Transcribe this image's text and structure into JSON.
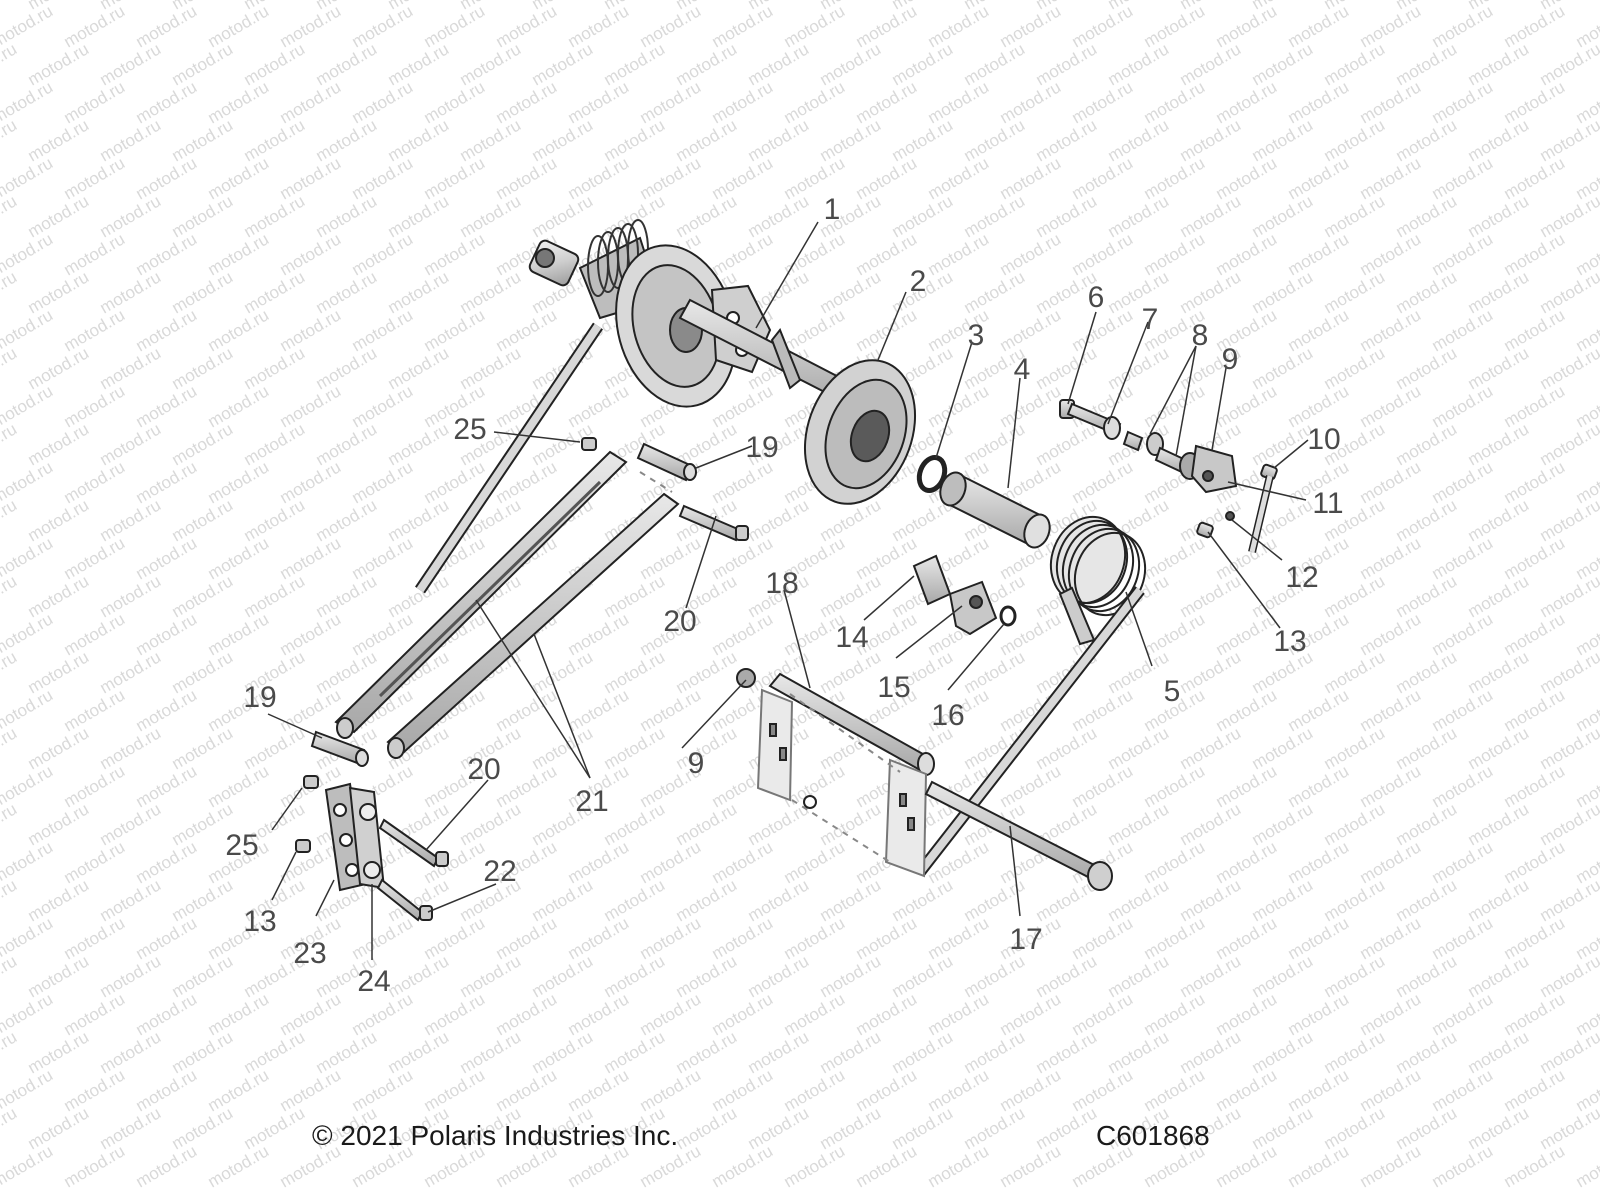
{
  "watermark": {
    "text": "motod.ru"
  },
  "callouts": [
    {
      "id": "1",
      "label": "1"
    },
    {
      "id": "2",
      "label": "2"
    },
    {
      "id": "3",
      "label": "3"
    },
    {
      "id": "4",
      "label": "4"
    },
    {
      "id": "5",
      "label": "5"
    },
    {
      "id": "6",
      "label": "6"
    },
    {
      "id": "7",
      "label": "7"
    },
    {
      "id": "8",
      "label": "8"
    },
    {
      "id": "9a",
      "label": "9"
    },
    {
      "id": "10",
      "label": "10"
    },
    {
      "id": "11",
      "label": "11"
    },
    {
      "id": "12",
      "label": "12"
    },
    {
      "id": "13a",
      "label": "13"
    },
    {
      "id": "14",
      "label": "14"
    },
    {
      "id": "15",
      "label": "15"
    },
    {
      "id": "16",
      "label": "16"
    },
    {
      "id": "17",
      "label": "17"
    },
    {
      "id": "18",
      "label": "18"
    },
    {
      "id": "19a",
      "label": "19"
    },
    {
      "id": "19b",
      "label": "19"
    },
    {
      "id": "20a",
      "label": "20"
    },
    {
      "id": "20b",
      "label": "20"
    },
    {
      "id": "21",
      "label": "21"
    },
    {
      "id": "22",
      "label": "22"
    },
    {
      "id": "23",
      "label": "23"
    },
    {
      "id": "24",
      "label": "24"
    },
    {
      "id": "25a",
      "label": "25"
    },
    {
      "id": "25b",
      "label": "25"
    },
    {
      "id": "9b",
      "label": "9"
    },
    {
      "id": "13b",
      "label": "13"
    }
  ],
  "footer": {
    "copyright": "© 2021 Polaris Industries Inc.",
    "figure_code": "C601868"
  }
}
